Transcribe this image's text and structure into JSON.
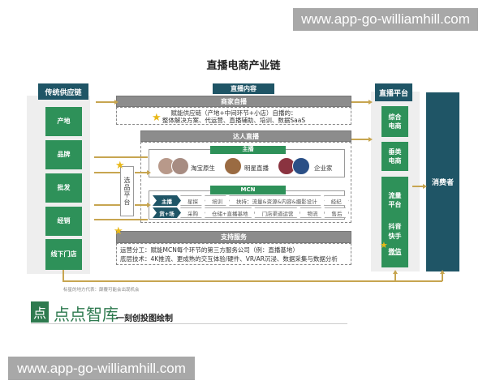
{
  "watermarks": {
    "top": "www.app-go-williamhill.com",
    "bottom": "www.app-go-williamhill.com"
  },
  "diagram": {
    "title": "直播电商产业链",
    "colors": {
      "dark_teal": "#1f5566",
      "green": "#2e9159",
      "gray": "#8c8c8c",
      "arrow": "#c7a550",
      "star": "#e8b818"
    },
    "left_column": {
      "header": "传统供应链",
      "items": [
        "产地",
        "品牌",
        "批发",
        "经销",
        "线下门店"
      ]
    },
    "center": {
      "header": "直播内容",
      "merchant": {
        "bar": "商家自播",
        "line1": "赋能供应链（产地+中间环节+小店）自播的：",
        "line2": "整体解决方案、代运营、直播辅助、培训、数据SaaS"
      },
      "influencer": {
        "bar": "达人直播",
        "anchor_label": "主播",
        "anchors": [
          "淘宝原生",
          "明星直播",
          "企业家"
        ],
        "mcn_label": "MCN",
        "mcn_row1": [
          "主播",
          "星探",
          "培训",
          "扶持：流量&资源&内容&摄影设计",
          "经纪"
        ],
        "mcn_row2": [
          "货+场",
          "采购",
          "仓储+直播基地",
          "门店渠道运营",
          "物流",
          "售后"
        ]
      },
      "selection_platform": "选品平台",
      "support": {
        "bar": "支持服务",
        "line1": "运营分工：赋能MCN每个环节的第三方服务公司（例：直播基地）",
        "line2": "底层技术：4K推流、更成熟的交互体验/硬件、VR/AR沉浸、数据采集与数据分析"
      }
    },
    "right_column": {
      "header": "直播平台",
      "items": [
        "综合\n电商",
        "垂类\n电商",
        "流量\n平台"
      ],
      "traffic_sub": [
        "抖音",
        "快手",
        "微信"
      ]
    },
    "consumer": "消费者",
    "footnote": "标星的地方代表：颠覆可能会出现机会",
    "brand": {
      "logo_glyph": "点",
      "name": "点点智库",
      "subtitle": "一刻创投图绘制"
    }
  }
}
